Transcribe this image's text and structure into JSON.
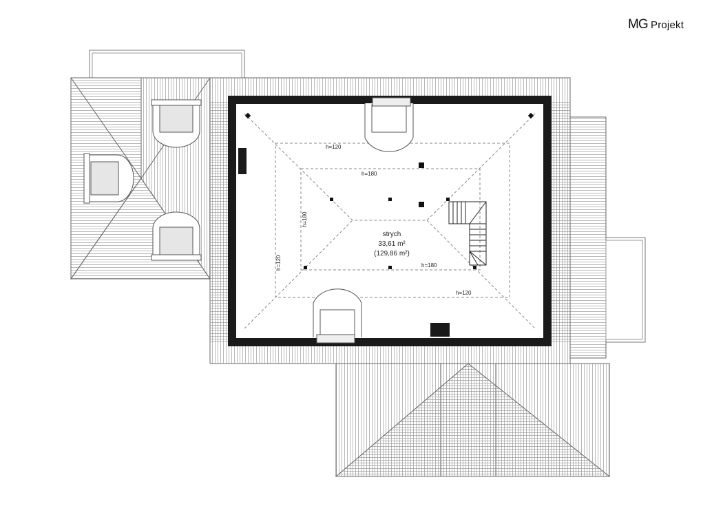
{
  "brand": {
    "mark": "MG",
    "name": "Projekt"
  },
  "room": {
    "name": "strych",
    "area": "33,61 m²",
    "area_total": "(129,86 m²)"
  },
  "heights": {
    "h120": "h=120",
    "h180": "h=180"
  },
  "colors": {
    "wall": "#1a1a1a",
    "hatch": "#8a8a8a",
    "dormer_fill": "#e6e6e6"
  }
}
